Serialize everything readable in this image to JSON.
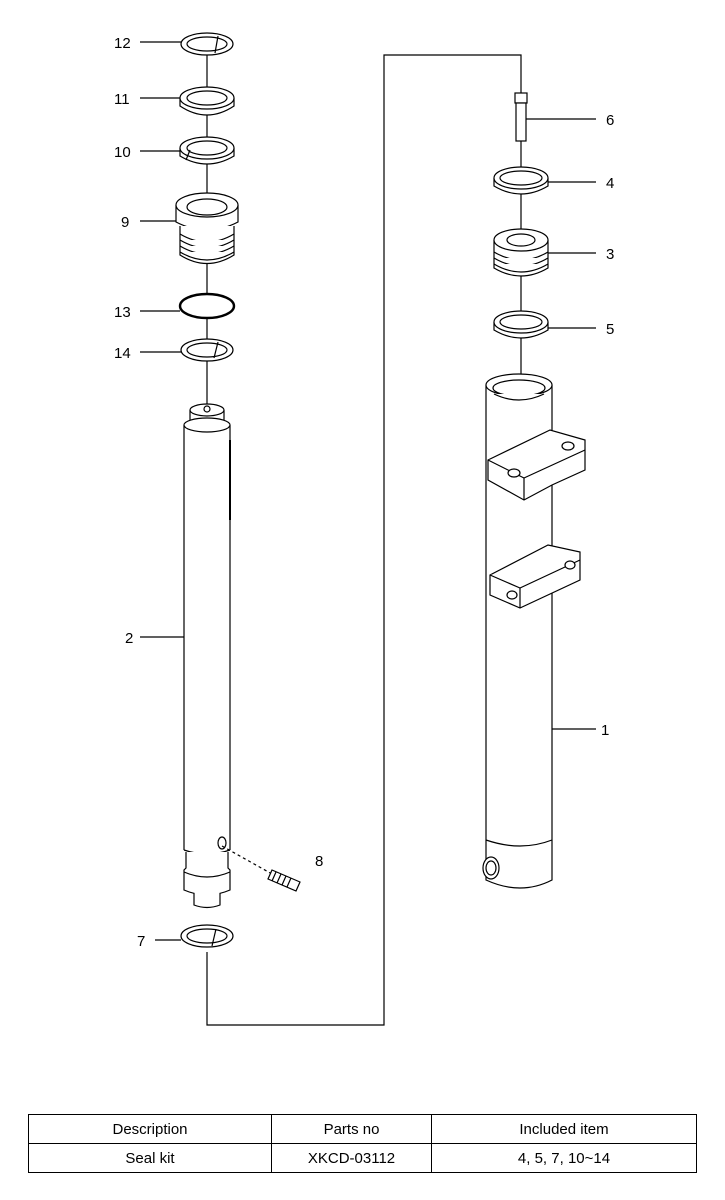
{
  "callouts": {
    "p1": "1",
    "p2": "2",
    "p3": "3",
    "p4": "4",
    "p5": "5",
    "p6": "6",
    "p7": "7",
    "p8": "8",
    "p9": "9",
    "p10": "10",
    "p11": "11",
    "p12": "12",
    "p13": "13",
    "p14": "14"
  },
  "table": {
    "headers": [
      "Description",
      "Parts no",
      "Included item"
    ],
    "rows": [
      [
        "Seal kit",
        "XKCD-03112",
        "4, 5, 7, 10~14"
      ]
    ]
  }
}
